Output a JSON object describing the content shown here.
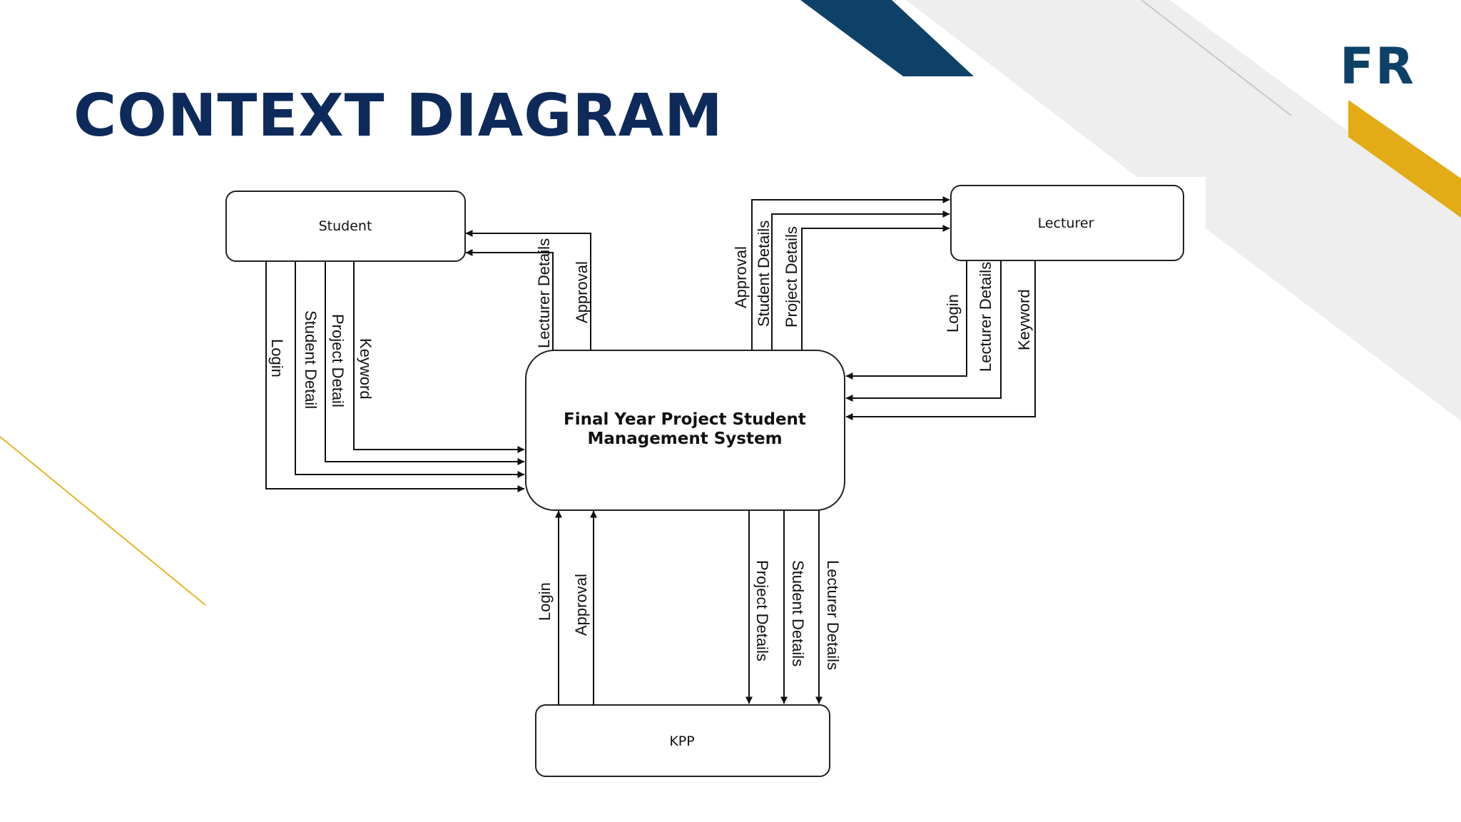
{
  "slide": {
    "title": "CONTEXT DIAGRAM",
    "logo_text": "FR",
    "colors": {
      "title": "#0e2a5a",
      "navy_band": "#0e4168",
      "gold_band": "#e3ac16",
      "grey_band": "#eeeeee"
    }
  },
  "diagram": {
    "process": {
      "line1": "Final Year Project Student",
      "line2": "Management System"
    },
    "entities": {
      "student": "Student",
      "lecturer": "Lecturer",
      "kpp": "KPP"
    },
    "flows": {
      "student_to_system": [
        "Login",
        "Student Detail",
        "Project Detail",
        "Keyword"
      ],
      "system_to_student": [
        "Lecturer Details",
        "Approval"
      ],
      "system_to_lecturer": [
        "Approval",
        "Student Details",
        "Project Details"
      ],
      "lecturer_to_system": [
        "Login",
        "Lecturer Details",
        "Keyword"
      ],
      "kpp_to_system": [
        "Login",
        "Approval"
      ],
      "system_to_kpp": [
        "Project Details",
        "Student Details",
        "Lecturer Details"
      ]
    }
  }
}
